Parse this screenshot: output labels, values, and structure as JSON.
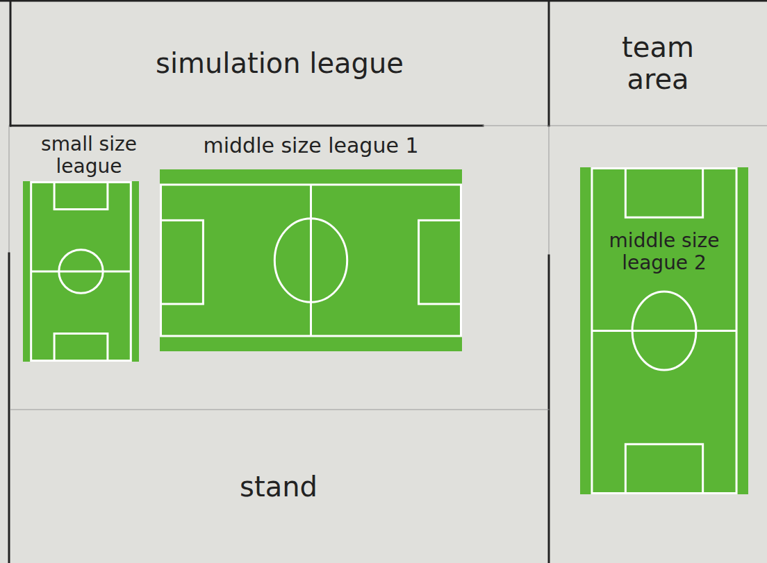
{
  "diagram": {
    "nodes": [
      {
        "text": [
          "simulation league"
        ]
      },
      {
        "text": [
          "team area"
        ]
      },
      {
        "text": [
          "small size league"
        ]
      },
      {
        "text": [
          "middle size league 1"
        ]
      },
      {
        "text": [
          "middle size league 2"
        ]
      },
      {
        "text": [
          "stand"
        ]
      }
    ]
  }
}
